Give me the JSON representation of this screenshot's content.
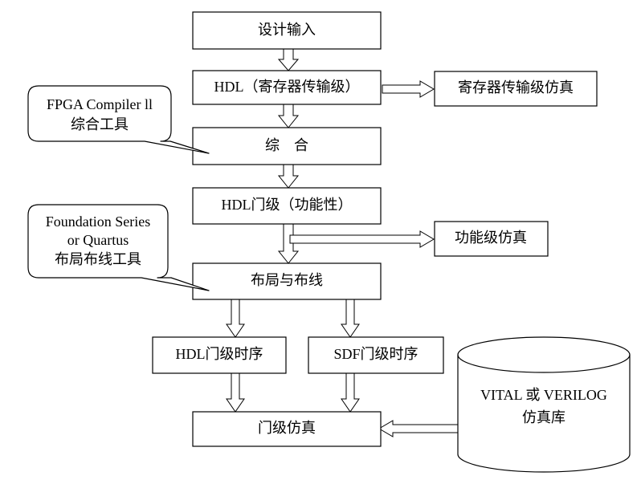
{
  "nodes": {
    "design_input": "设计输入",
    "hdl_rtl": "HDL（寄存器传输级）",
    "rtl_sim": "寄存器传输级仿真",
    "synthesis": "综　合",
    "hdl_gate_func": "HDL门级（功能性）",
    "func_sim": "功能级仿真",
    "place_route": "布局与布线",
    "hdl_gate_timing": "HDL门级时序",
    "sdf_gate_timing": "SDF门级时序",
    "gate_sim": "门级仿真",
    "sim_library": {
      "line1": "VITAL 或 VERILOG",
      "line2": "仿真库"
    }
  },
  "callouts": {
    "synthesis_tool": {
      "line1": "FPGA Compiler ll",
      "line2": "综合工具"
    },
    "pr_tool": {
      "line1": "Foundation Series",
      "line2": "or Quartus",
      "line3": "布局布线工具"
    }
  }
}
